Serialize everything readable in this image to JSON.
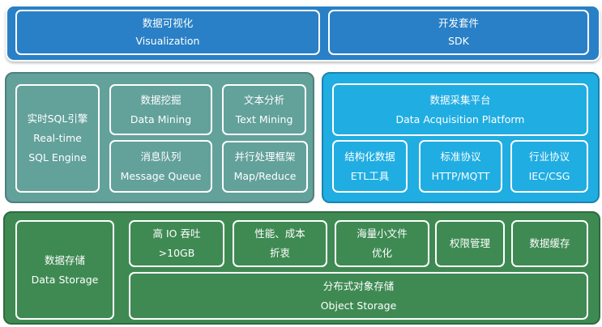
{
  "layers": {
    "application": {
      "visualization": {
        "zh": "数据可视化",
        "en": "Visualization"
      },
      "sdk": {
        "zh": "开发套件",
        "en": "SDK"
      }
    },
    "compute": {
      "sql_engine": {
        "zh": "实时SQL引擎",
        "en1": "Real-time",
        "en2": "SQL Engine"
      },
      "data_mining": {
        "zh": "数据挖掘",
        "en": "Data Mining"
      },
      "message_queue": {
        "zh": "消息队列",
        "en": "Message Queue"
      },
      "text_mining": {
        "zh": "文本分析",
        "en": "Text Mining"
      },
      "map_reduce": {
        "zh": "并行处理框架",
        "en": "Map/Reduce"
      }
    },
    "acquisition": {
      "platform": {
        "zh": "数据采集平台",
        "en": "Data Acquisition Platform"
      },
      "etl": {
        "zh": "结构化数据",
        "en": "ETL工具"
      },
      "standard": {
        "zh": "标准协议",
        "en": "HTTP/MQTT"
      },
      "industry": {
        "zh": "行业协议",
        "en": "IEC/CSG"
      }
    },
    "storage": {
      "main": {
        "zh": "数据存储",
        "en": "Data Storage"
      },
      "io": {
        "l1": "高 IO 吞吐",
        "l2": ">10GB"
      },
      "cost": {
        "l1": "性能、成本",
        "l2": "折衷"
      },
      "small_files": {
        "l1": "海量小文件",
        "l2": "优化"
      },
      "permissions": {
        "l1": "权限管理"
      },
      "cache": {
        "l1": "数据缓存"
      },
      "object": {
        "zh": "分布式对象存储",
        "en": "Object Storage"
      }
    }
  },
  "colors": {
    "application": "#2a80c6",
    "compute": "#63a19b",
    "acquisition": "#20ade2",
    "storage": "#3f8a53"
  }
}
